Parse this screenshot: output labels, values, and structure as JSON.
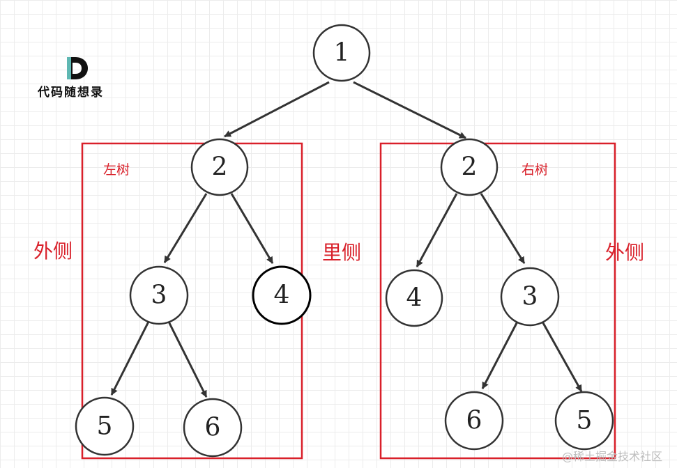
{
  "logo": {
    "letter": "D",
    "name": "代码随想录"
  },
  "watermark": "@稀土掘金技术社区",
  "left_tree_label": "左树",
  "right_tree_label": "右树",
  "outer_label_left": "外侧",
  "inner_label": "里侧",
  "outer_label_right": "外侧",
  "nodes": {
    "root": "1",
    "left_2": "2",
    "left_3": "3",
    "left_4": "4",
    "left_5": "5",
    "left_6": "6",
    "right_2": "2",
    "right_4": "4",
    "right_3": "3",
    "right_6": "6",
    "right_5": "5"
  },
  "colors": {
    "highlight": "#d9202a",
    "node_stroke": "#333333",
    "logo_accent": "#5fb8b3"
  }
}
